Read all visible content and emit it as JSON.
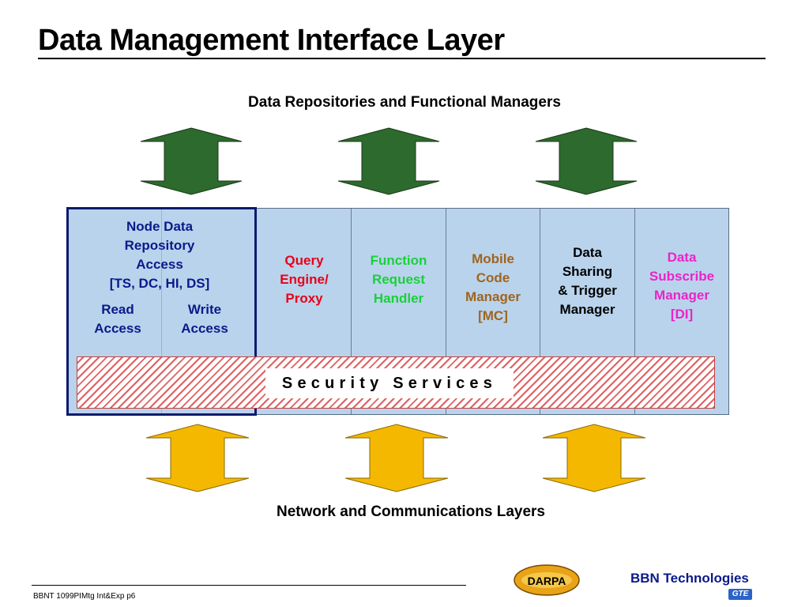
{
  "slide": {
    "title": "Data Management Interface Layer",
    "top_heading": "Data Repositories and Functional Managers",
    "bottom_heading": "Network and Communications Layers"
  },
  "node_box": {
    "title": "Node Data\nRepository\nAccess\n[TS, DC, HI, DS]",
    "read_label": "Read\nAccess",
    "write_label": "Write\nAccess"
  },
  "components": [
    {
      "label": "Query\nEngine/\nProxy",
      "color": "#e8001a"
    },
    {
      "label": "Function\nRequest\nHandler",
      "color": "#19d13a"
    },
    {
      "label": "Mobile\nCode\nManager\n[MC]",
      "color": "#a0641e"
    },
    {
      "label": "Data\nSharing\n& Trigger\nManager",
      "color": "#000000"
    },
    {
      "label": "Data\nSubscribe\nManager\n[DI]",
      "color": "#ee22c8"
    }
  ],
  "security": {
    "label": "Security Services"
  },
  "colors": {
    "panel": "#b9d3ec",
    "top_arrows": "#2d6a2d",
    "bottom_arrows": "#f5b800",
    "border": "#0a1a6e"
  },
  "footer": {
    "text": "BBNT 1099PIMtg  Int&Exp p6",
    "darpa_logo": "DARPA",
    "company": "BBN Technologies",
    "gte_logo": "GTE"
  }
}
